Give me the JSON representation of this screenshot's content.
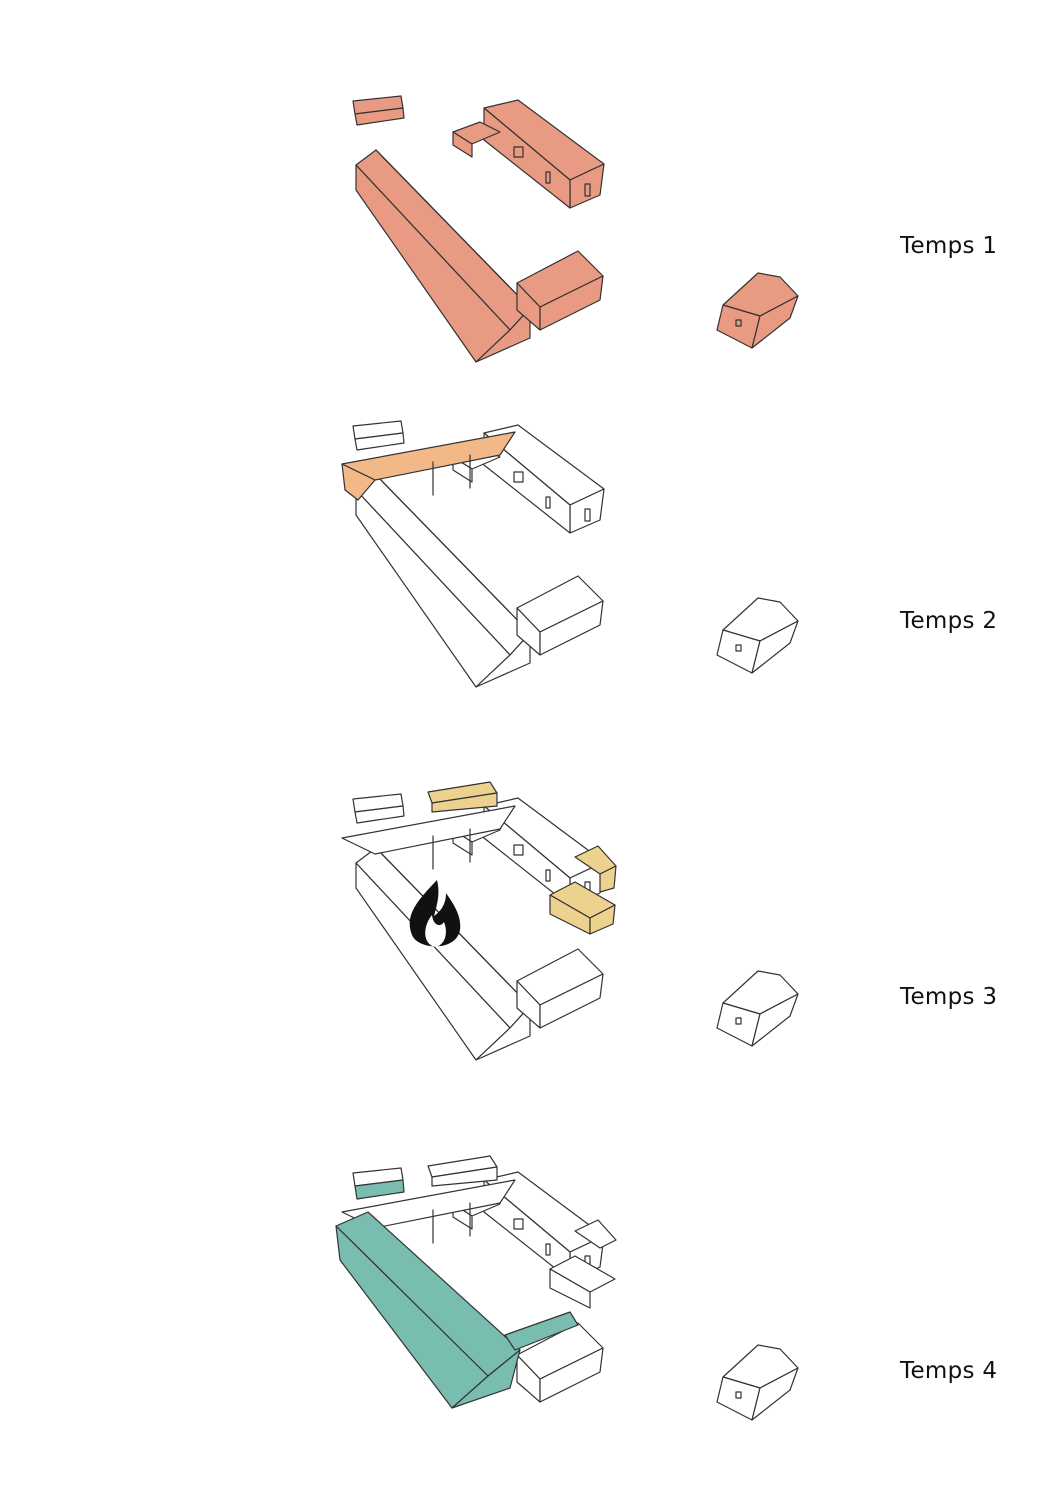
{
  "stages": [
    {
      "label": "Temps 1"
    },
    {
      "label": "Temps 2"
    },
    {
      "label": "Temps 3"
    },
    {
      "label": "Temps 4"
    }
  ],
  "colors": {
    "stage1": "#e99a82",
    "stage2": "#f2b887",
    "stage3": "#edd28f",
    "stage4": "#79bdb0",
    "outline": "#333333"
  },
  "icons": {
    "stage3": "flame-icon"
  }
}
